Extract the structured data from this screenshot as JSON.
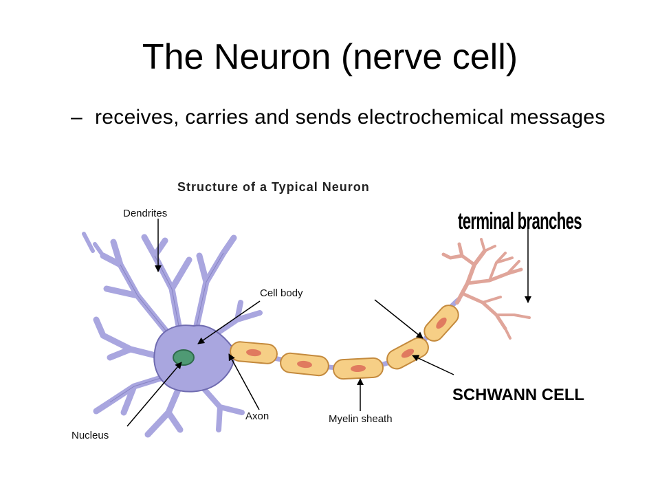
{
  "slide": {
    "title": "The Neuron (nerve cell)",
    "bullet_dash": "–",
    "bullet_text": "receives, carries and sends electrochemical messages"
  },
  "diagram": {
    "title": "Structure of a Typical Neuron",
    "labels": {
      "dendrites": "Dendrites",
      "cell_body": "Cell body",
      "nucleus": "Nucleus",
      "axon": "Axon",
      "myelin_sheath": "Myelin sheath",
      "terminal_branches": "terminal branches",
      "schwann_cell": "SCHWANN CELL"
    },
    "colors": {
      "cell_body": "#a9a6df",
      "cell_outline": "#6f6bb0",
      "nucleus": "#4f9a74",
      "myelin": "#f6cf86",
      "myelin_outline": "#c48a3d",
      "myelin_core": "#e07a5f",
      "terminal": "#e0a59a"
    }
  }
}
